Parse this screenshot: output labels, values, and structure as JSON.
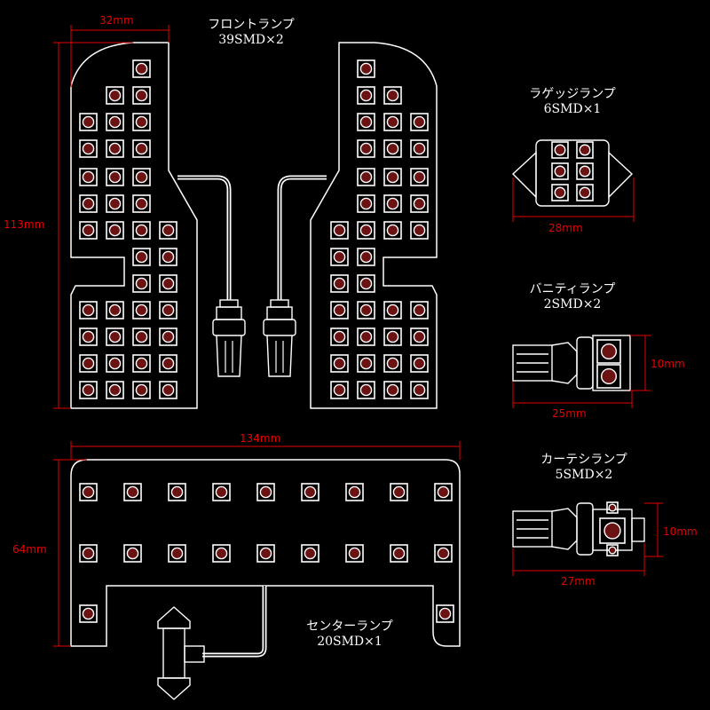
{
  "labels": {
    "front_name": "フロントランプ",
    "front_spec": "39SMD×2",
    "luggage_name": "ラゲッジランプ",
    "luggage_spec": "6SMD×1",
    "vanity_name": "バニティランプ",
    "vanity_spec": "2SMD×2",
    "courtesy_name": "カーテシランプ",
    "courtesy_spec": "5SMD×2",
    "center_name": "センターランプ",
    "center_spec": "20SMD×1"
  },
  "dimensions": {
    "front_width": "32mm",
    "front_height": "113mm",
    "center_width": "134mm",
    "center_height": "64mm",
    "luggage_width": "28mm",
    "vanity_width": "25mm",
    "vanity_height": "10mm",
    "courtesy_width": "27mm",
    "courtesy_height": "10mm"
  },
  "colors": {
    "background": "#000000",
    "outline": "#ffffff",
    "dimension": "#e60000",
    "led_fill": "#6b1212"
  }
}
